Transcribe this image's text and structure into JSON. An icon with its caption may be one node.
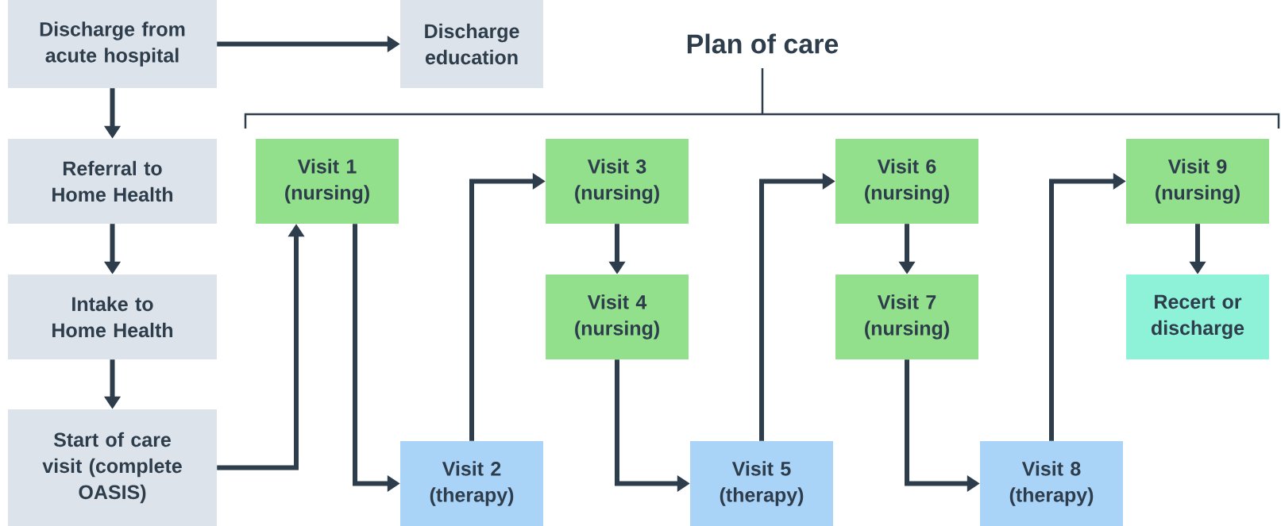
{
  "diagram": {
    "title": "Plan of care",
    "nodes": [
      {
        "text": [
          "Discharge from acute hospital"
        ]
      },
      {
        "text": [
          "Discharge education"
        ]
      },
      {
        "text": [
          "Referral to Home Health"
        ]
      },
      {
        "text": [
          "Intake to Home Health"
        ]
      },
      {
        "text": [
          "Start of care visit (complete OASIS)"
        ]
      },
      {
        "text": [
          "Visit 1 (nursing)"
        ]
      },
      {
        "text": [
          "Visit 3 (nursing)"
        ]
      },
      {
        "text": [
          "Visit 6 (nursing)"
        ]
      },
      {
        "text": [
          "Visit 9 (nursing)"
        ]
      },
      {
        "text": [
          "Visit 4 (nursing)"
        ]
      },
      {
        "text": [
          "Visit 7 (nursing)"
        ]
      },
      {
        "text": [
          "Recert or discharge"
        ]
      },
      {
        "text": [
          "Visit 2 (therapy)"
        ]
      },
      {
        "text": [
          "Visit 5 (therapy)"
        ]
      },
      {
        "text": [
          "Visit 8 (therapy)"
        ]
      }
    ],
    "edges": [
      {
        "from": 0,
        "to": 1,
        "arrow": "to"
      },
      {
        "from": 0,
        "to": 2,
        "arrow": "to"
      },
      {
        "from": 2,
        "to": 3,
        "arrow": "to"
      },
      {
        "from": 3,
        "to": 4,
        "arrow": "to"
      },
      {
        "from": 4,
        "to": 5,
        "arrow": "to"
      },
      {
        "from": 5,
        "to": 12,
        "arrow": "to"
      },
      {
        "from": 12,
        "to": 6,
        "arrow": "to"
      },
      {
        "from": 6,
        "to": 9,
        "arrow": "to"
      },
      {
        "from": 9,
        "to": 13,
        "arrow": "to"
      },
      {
        "from": 13,
        "to": 7,
        "arrow": "to"
      },
      {
        "from": 7,
        "to": 10,
        "arrow": "to"
      },
      {
        "from": 10,
        "to": 14,
        "arrow": "to"
      },
      {
        "from": 14,
        "to": 8,
        "arrow": "to"
      },
      {
        "from": 8,
        "to": 11,
        "arrow": "to"
      }
    ]
  }
}
